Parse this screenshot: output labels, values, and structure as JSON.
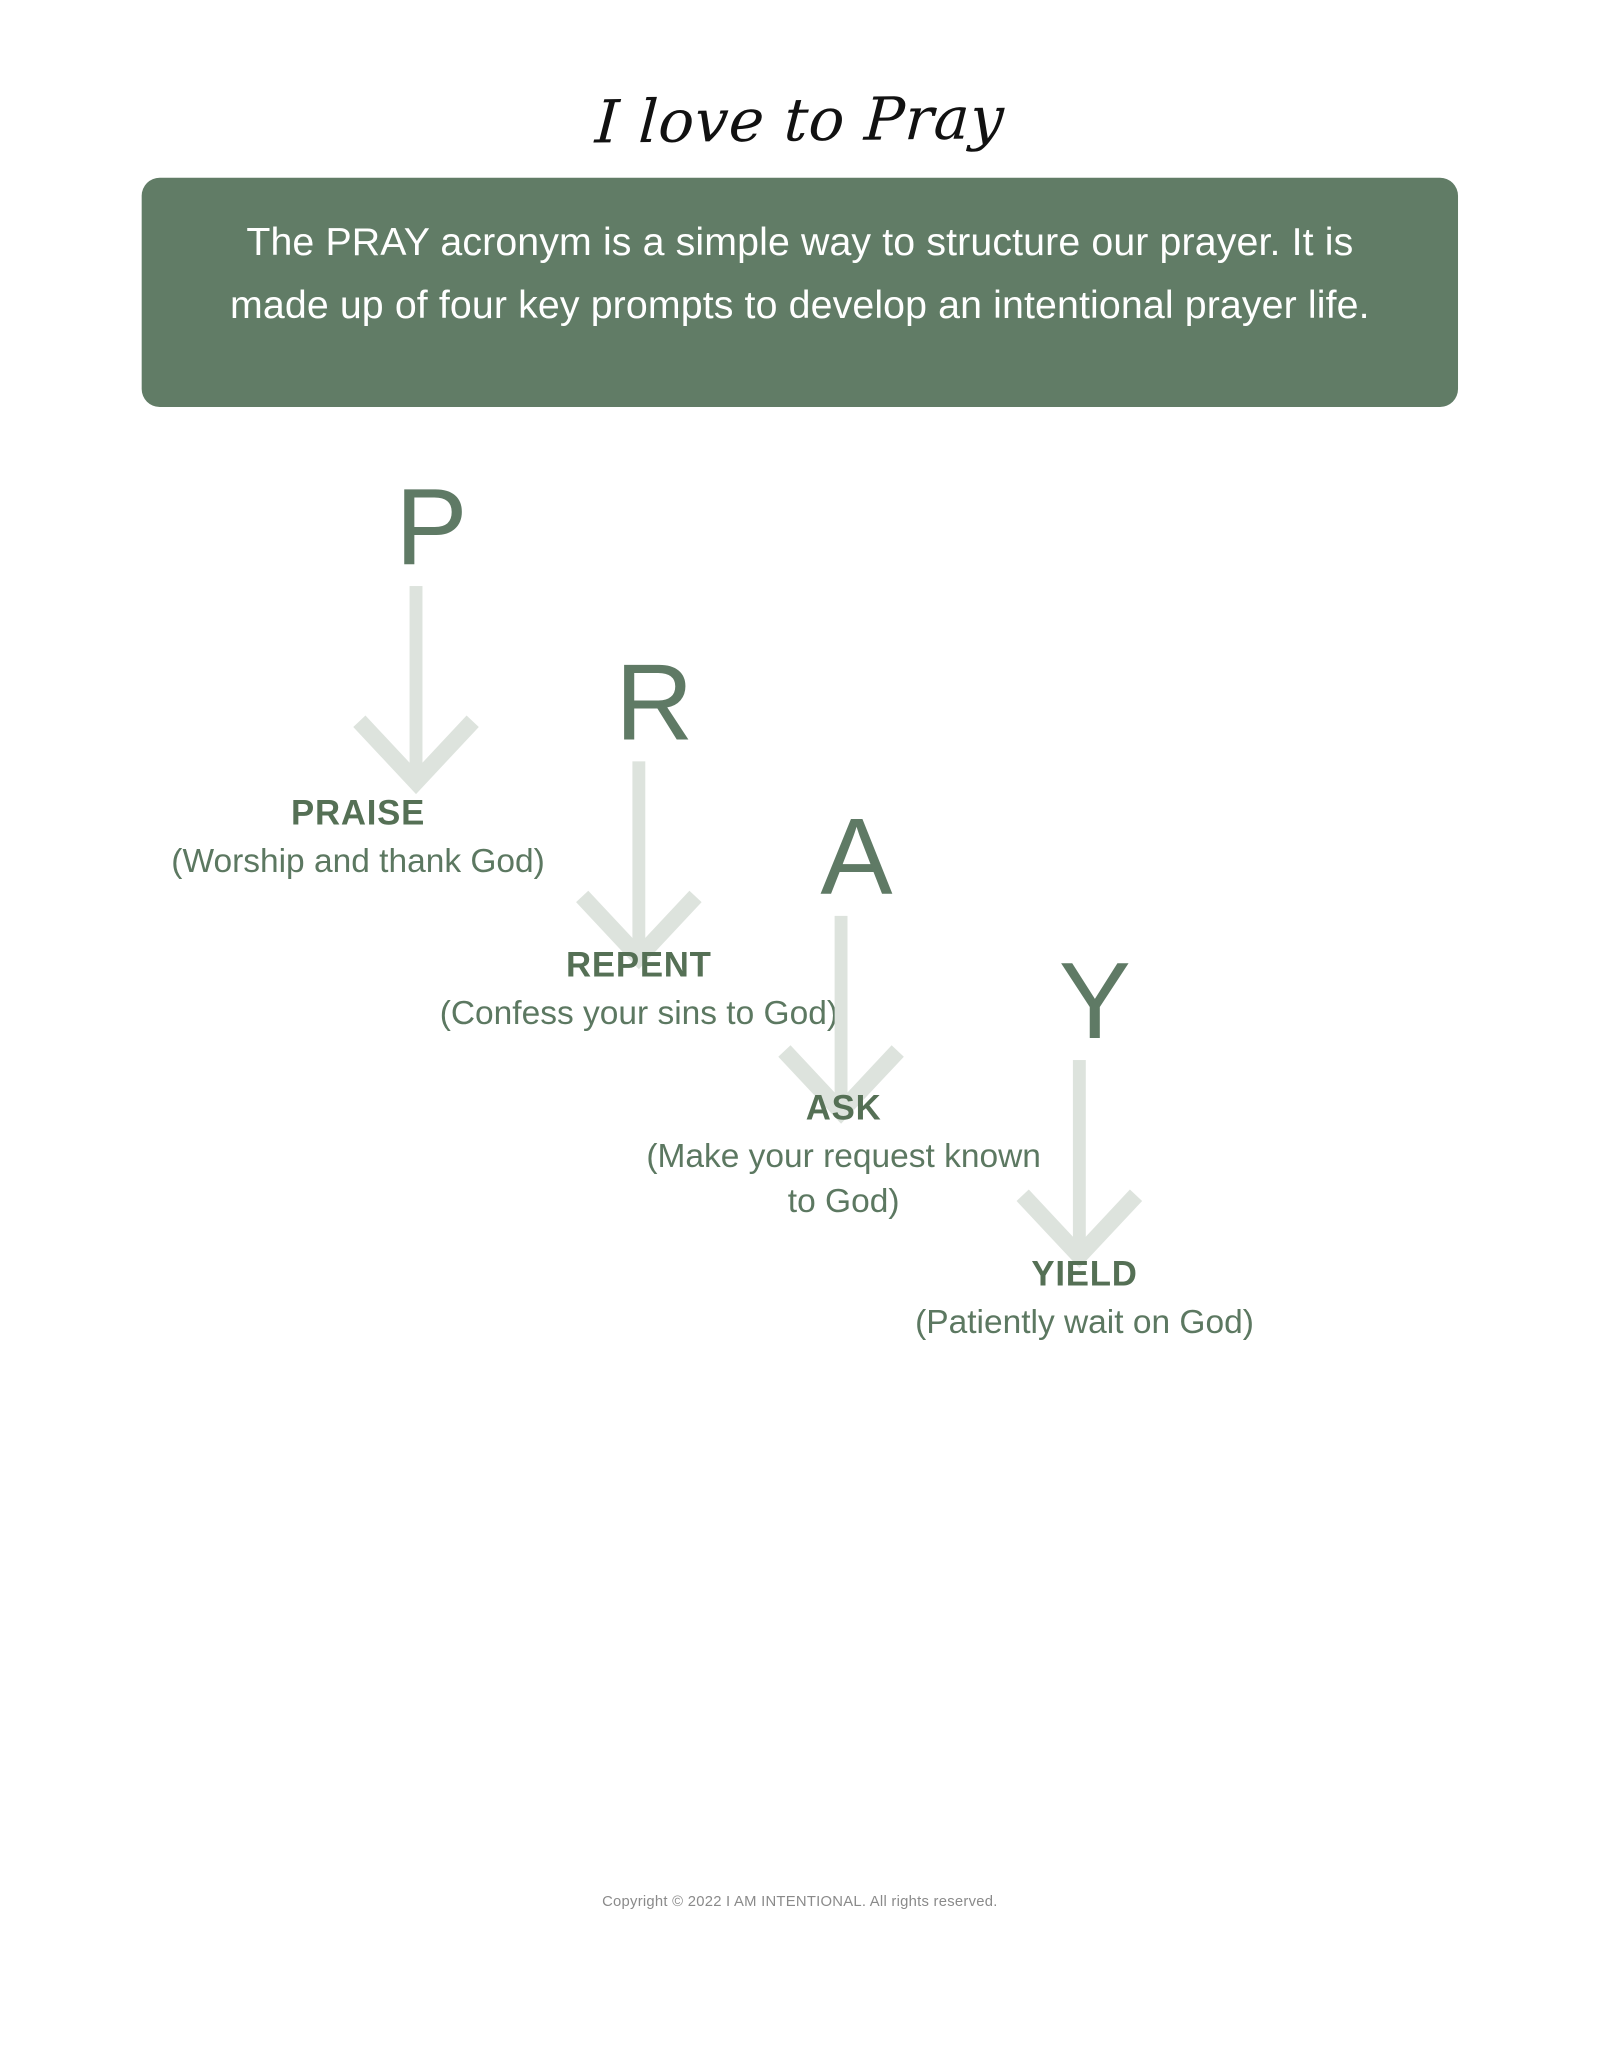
{
  "document": {
    "title": "I love to Pray",
    "banner": {
      "text": "The PRAY acronym is a simple way to structure our prayer. It is made up of four key prompts to develop an intentional prayer life.",
      "background_color": "#617C66",
      "text_color": "#FFFFFF"
    },
    "colors": {
      "green_dark": "#5F7A65",
      "green_label": "#557055",
      "green_sub": "#5C7861",
      "arrow_light": "#DDE3DD",
      "footer_gray": "#8A8A8A",
      "page_background": "#FFFFFF"
    },
    "steps": [
      {
        "letter": "P",
        "title": "PRAISE",
        "subtitle": "(Worship and thank God)",
        "arrow_icon": "down-arrow-icon"
      },
      {
        "letter": "R",
        "title": "REPENT",
        "subtitle": "(Confess your sins to God)",
        "arrow_icon": "down-arrow-icon"
      },
      {
        "letter": "A",
        "title": "ASK",
        "subtitle": "(Make your request known to God)",
        "arrow_icon": "down-arrow-icon"
      },
      {
        "letter": "Y",
        "title": "YIELD",
        "subtitle": "(Patiently wait on God)",
        "arrow_icon": "down-arrow-icon"
      }
    ],
    "footer": {
      "copyright": "Copyright © 2022 I AM INTENTIONAL. All rights reserved."
    }
  }
}
